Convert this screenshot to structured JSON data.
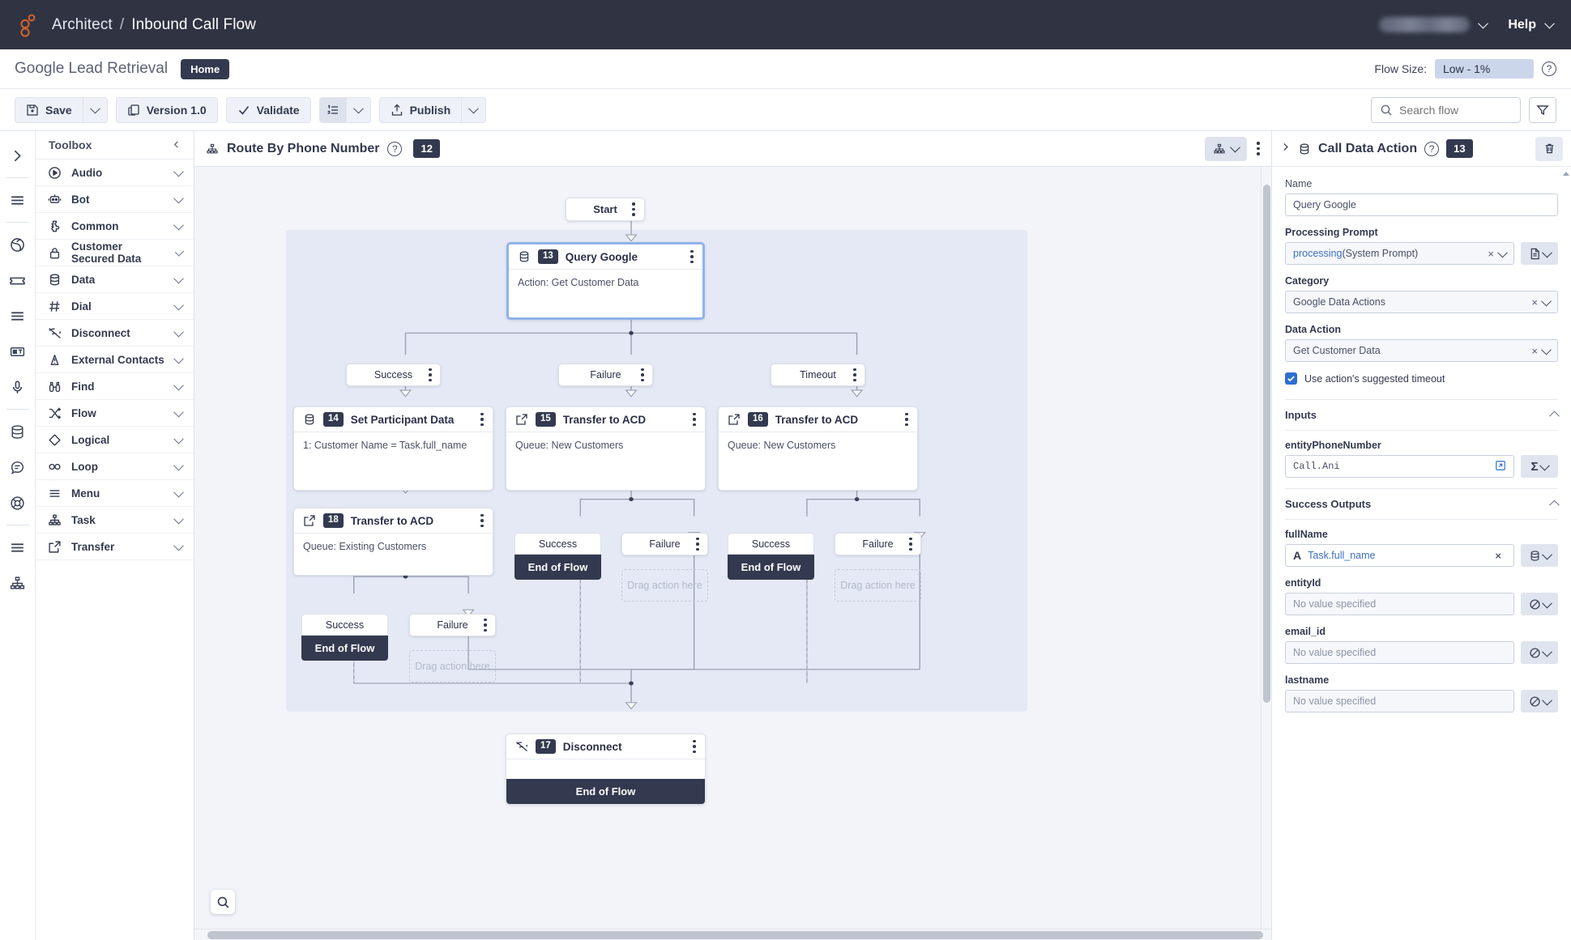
{
  "topbar": {
    "breadcrumb_root": "Architect",
    "breadcrumb_sep": "/",
    "breadcrumb_leaf": "Inbound Call Flow",
    "help_label": "Help"
  },
  "title_row": {
    "flow_name": "Google Lead Retrieval",
    "home_badge": "Home",
    "flow_size_label": "Flow Size:",
    "flow_size_value": "Low - 1%",
    "help_icon": "question-circle-icon"
  },
  "toolbar": {
    "save_label": "Save",
    "version_label": "Version 1.0",
    "validate_label": "Validate",
    "publish_label": "Publish",
    "search_placeholder": "Search flow",
    "search_value": "",
    "filter_icon": "funnel-icon",
    "list_icon": "ordered-list-icon"
  },
  "toolbox": {
    "header": "Toolbox",
    "collapse_icon": "chevron-left-icon",
    "items": [
      {
        "label": "Audio",
        "icon": "play-circle-icon"
      },
      {
        "label": "Bot",
        "icon": "robot-icon"
      },
      {
        "label": "Common",
        "icon": "puzzle-icon"
      },
      {
        "label": "Customer Secured Data",
        "icon": "lock-icon"
      },
      {
        "label": "Data",
        "icon": "database-icon"
      },
      {
        "label": "Dial",
        "icon": "hash-icon"
      },
      {
        "label": "Disconnect",
        "icon": "disconnect-icon"
      },
      {
        "label": "External Contacts",
        "icon": "external-contacts-icon"
      },
      {
        "label": "Find",
        "icon": "binoculars-icon"
      },
      {
        "label": "Flow",
        "icon": "shuffle-icon"
      },
      {
        "label": "Logical",
        "icon": "diamond-icon"
      },
      {
        "label": "Loop",
        "icon": "infinity-icon"
      },
      {
        "label": "Menu",
        "icon": "menu-icon"
      },
      {
        "label": "Task",
        "icon": "sitemap-icon"
      },
      {
        "label": "Transfer",
        "icon": "external-link-icon"
      }
    ]
  },
  "rail": {
    "items": [
      "chevron-right-icon",
      "menu-icon",
      "globe-icon",
      "ticket-icon",
      "list-icon",
      "translate-icon",
      "microphone-icon",
      "database-icon",
      "chat-icon",
      "lifebuoy-icon",
      "menu-icon",
      "sitemap-icon"
    ]
  },
  "canvas_header": {
    "icon": "sitemap-icon",
    "title": "Route By Phone Number",
    "help_icon": "question-circle-icon",
    "badge": "12",
    "view_icon": "sitemap-icon",
    "more_icon": "kebab-icon"
  },
  "canvas": {
    "start_label": "Start",
    "zoom_icon": "search-icon",
    "nodes": [
      {
        "id": "13",
        "title": "Query Google",
        "body": "Action: Get Customer Data",
        "icon": "database-icon",
        "selected": true
      },
      {
        "id": "14",
        "title": "Set Participant Data",
        "body": "1: Customer Name = Task.full_name",
        "icon": "database-icon",
        "selected": false
      },
      {
        "id": "15",
        "title": "Transfer to ACD",
        "body": "Queue: New Customers",
        "icon": "external-link-icon",
        "selected": false
      },
      {
        "id": "16",
        "title": "Transfer to ACD",
        "body": "Queue: New Customers",
        "icon": "external-link-icon",
        "selected": false
      },
      {
        "id": "18",
        "title": "Transfer to ACD",
        "body": "Queue: Existing Customers",
        "icon": "external-link-icon",
        "selected": false
      },
      {
        "id": "17",
        "title": "Disconnect",
        "body": "",
        "icon": "disconnect-icon",
        "selected": false
      }
    ],
    "branch_success": "Success",
    "branch_failure": "Failure",
    "branch_timeout": "Timeout",
    "end_of_flow": "End of Flow",
    "drop_placeholder": "Drag action here"
  },
  "right_panel": {
    "title": "Call Data Action",
    "badge": "13",
    "help_icon": "question-circle-icon",
    "expand_icon": "chevron-right-icon",
    "delete_icon": "trash-icon",
    "name_label": "Name",
    "name_value": "Query Google",
    "prompt_label": "Processing Prompt",
    "prompt_value_link": "processing",
    "prompt_value_suffix": " (System Prompt)",
    "category_label": "Category",
    "category_value": "Google Data Actions",
    "data_action_label": "Data Action",
    "data_action_value": "Get Customer Data",
    "timeout_checkbox_label": "Use action's suggested timeout",
    "timeout_checked": true,
    "inputs_header": "Inputs",
    "inputs": [
      {
        "label": "entityPhoneNumber",
        "value": "Call.Ani",
        "mono": true,
        "side_icon": "sigma-icon",
        "field_icon": "open-expression-icon"
      }
    ],
    "success_outputs_header": "Success Outputs",
    "outputs": [
      {
        "label": "fullName",
        "value": "Task.full_name",
        "placeholder": "",
        "type_icon": "text-type-icon",
        "side_icon": "database-icon",
        "clearable": true
      },
      {
        "label": "entityId",
        "value": "",
        "placeholder": "No value specified",
        "side_icon": "no-value-icon",
        "clearable": false
      },
      {
        "label": "email_id",
        "value": "",
        "placeholder": "No value specified",
        "side_icon": "no-value-icon",
        "clearable": false
      },
      {
        "label": "lastname",
        "value": "",
        "placeholder": "No value specified",
        "side_icon": "no-value-icon",
        "clearable": false
      }
    ]
  },
  "colors": {
    "dark": "#333a4f",
    "topbar": "#2f3342",
    "canvas_bg": "#f2f4f9",
    "group_bg": "#e5e9f5",
    "selected_border": "#8fb3e8",
    "accent_blue": "#2f6fd0",
    "brand_orange": "#d4622f"
  }
}
